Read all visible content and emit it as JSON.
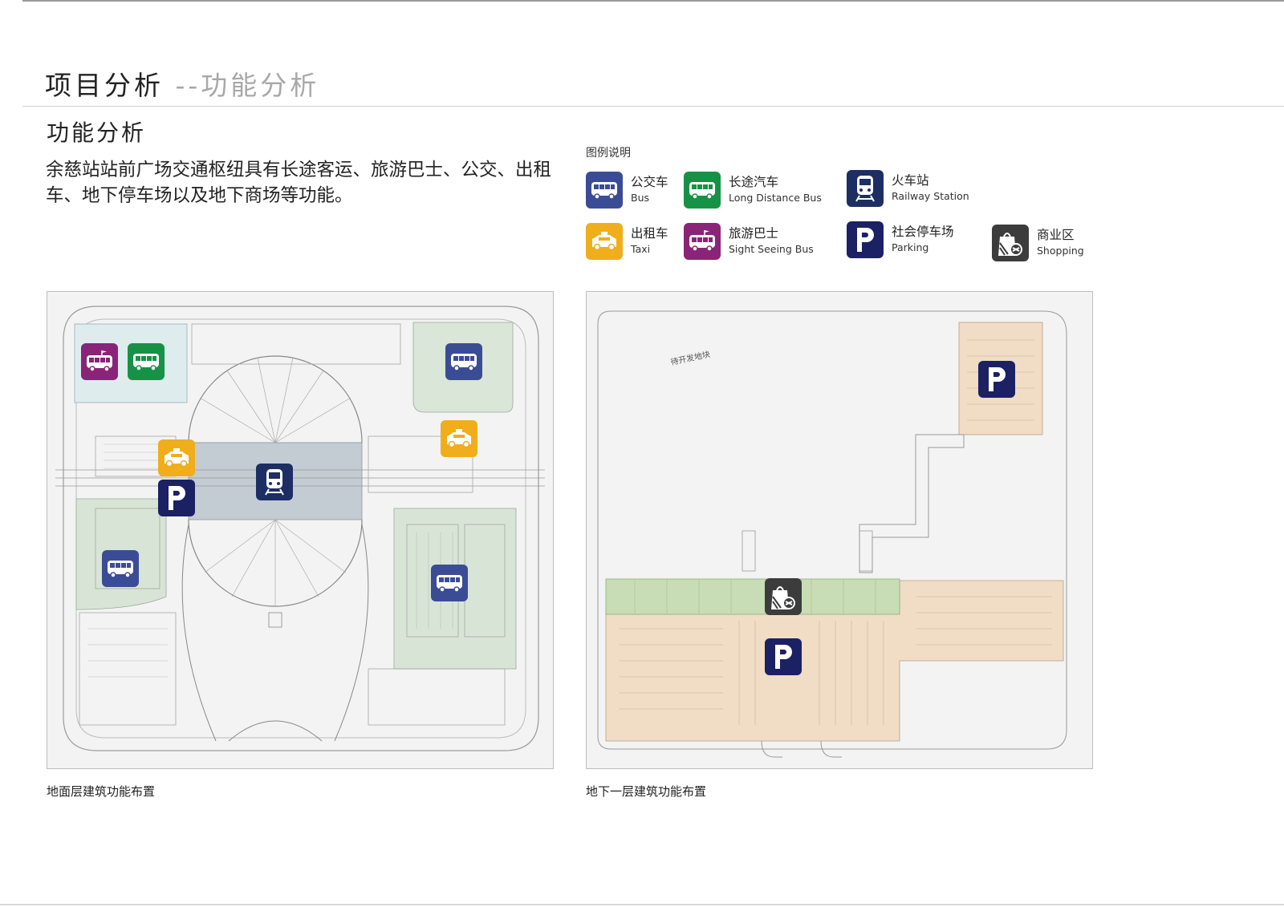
{
  "header": {
    "title_main": "项目分析",
    "title_sub": " --功能分析"
  },
  "section": {
    "title": "功能分析",
    "paragraph": "余慈站站前广场交通枢纽具有长途客运、旅游巴士、公交、出租车、地下停车场以及地下商场等功能。"
  },
  "legend": {
    "title": "图例说明",
    "items": [
      {
        "cn": "公交车",
        "en": "Bus",
        "icon": "bus-icon",
        "color": "#3b4c96"
      },
      {
        "cn": "长途汽车",
        "en": "Long Distance Bus",
        "icon": "bus-icon",
        "color": "#169246"
      },
      {
        "cn": "火车站",
        "en": "Railway Station",
        "icon": "train-icon",
        "color": "#1c2e63"
      },
      {
        "cn": "出租车",
        "en": "Taxi",
        "icon": "taxi-icon",
        "color": "#f0ad1c"
      },
      {
        "cn": "旅游巴士",
        "en": "Sight Seeing Bus",
        "icon": "sightseeing-bus-icon",
        "color": "#8a2478"
      },
      {
        "cn": "社会停车场",
        "en": "Parking",
        "icon": "parking-icon",
        "color": "#1c2163"
      },
      {
        "cn": "商业区",
        "en": "Shopping",
        "icon": "shopping-icon",
        "color": "#3c3c3c"
      }
    ]
  },
  "plans": {
    "ground": {
      "caption": "地面层建筑功能布置"
    },
    "basement": {
      "caption": "地下一层建筑功能布置",
      "label": "待开发地块"
    }
  }
}
